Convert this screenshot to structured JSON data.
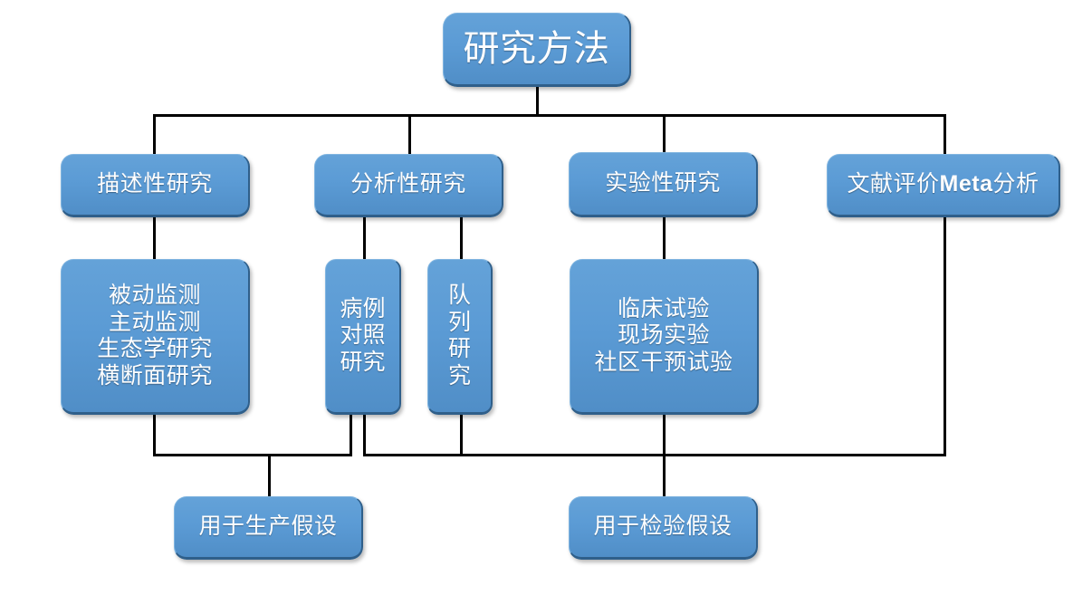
{
  "diagram": {
    "title_label": "研究方法",
    "level2": [
      {
        "id": "descriptive",
        "label": "描述性研究"
      },
      {
        "id": "analytic",
        "label": "分析性研究"
      },
      {
        "id": "experimental",
        "label": "实验性研究"
      },
      {
        "id": "meta",
        "label_pre": "文献评价",
        "label_bold": "Meta",
        "label_post": "分析"
      }
    ],
    "level3": [
      {
        "id": "descriptive-methods",
        "label": "被动监测\n主动监测\n生态学研究\n横断面研究"
      },
      {
        "id": "case-control",
        "label": "病例\n对照\n研究"
      },
      {
        "id": "cohort",
        "label": "队\n列\n研\n究"
      },
      {
        "id": "experimental-methods",
        "label": "临床试验\n现场实验\n社区干预试验"
      }
    ],
    "outcomes": [
      {
        "id": "generate-hypothesis",
        "label": "用于生产假设"
      },
      {
        "id": "test-hypothesis",
        "label": "用于检验假设"
      }
    ],
    "colors": {
      "box_fill": "#5b9bd5",
      "box_edge_dark": "#2f5f8a",
      "box_text": "#ffffff",
      "connector": "#000000",
      "background": "#ffffff"
    }
  }
}
